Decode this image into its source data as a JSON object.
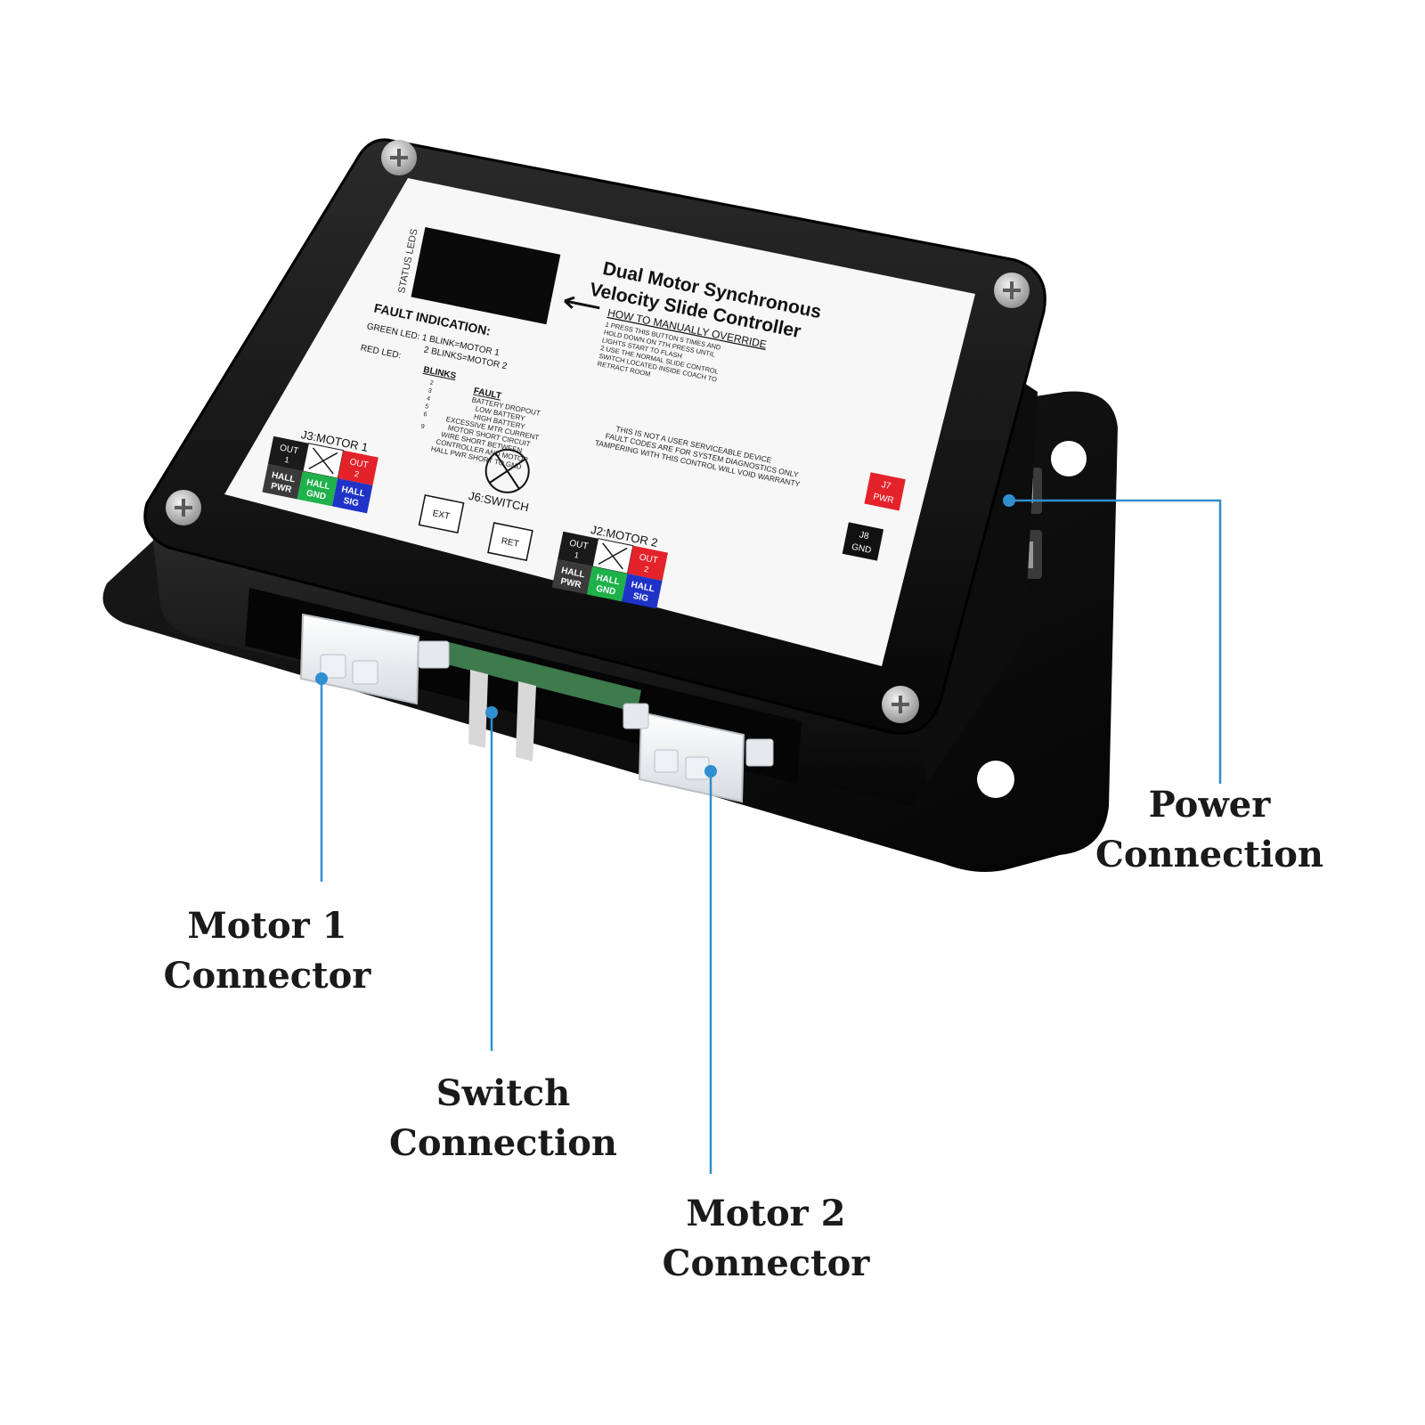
{
  "colors": {
    "leader_line": "#2f8fd0",
    "housing": "#121212",
    "label_red": "#e4222a",
    "label_green": "#1fb14a",
    "label_blue": "#1f33c8",
    "label_black": "#1a1a1a"
  },
  "label": {
    "title_line1": "Dual Motor Synchronous",
    "title_line2": "Velocity Slide Controller",
    "status_leds": "STATUS LEDS",
    "override_heading": "HOW TO MANUALLY OVERRIDE",
    "override_steps": [
      "1  PRESS THIS BUTTON 5 TIMES AND",
      "   HOLD DOWN ON 7TH PRESS UNTIL",
      "   LIGHTS START TO FLASH",
      "2  USE THE NORMAL SLIDE CONTROL",
      "   SWITCH LOCATED INSIDE COACH TO",
      "   RETRACT ROOM"
    ],
    "fault_heading": "FAULT INDICATION:",
    "green_led": "GREEN LED: 1 BLINK=MOTOR 1",
    "green_led2": "2 BLINKS=MOTOR 2",
    "red_led": "RED LED:",
    "blinks_heading": "BLINKS",
    "fault_col_heading": "FAULT",
    "blink_numbers": [
      "2",
      "3",
      "4",
      "5",
      "6",
      "9"
    ],
    "faults": [
      "BATTERY DROPOUT",
      "LOW BATTERY",
      "HIGH BATTERY",
      "EXCESSIVE MTR CURRENT",
      "MOTOR SHORT CIRCUIT",
      "WIRE SHORT BETWEEN",
      "CONTROLLER AND MOTOR",
      "HALL PWR SHORT TO GND"
    ],
    "warning": [
      "THIS IS NOT A USER SERVICEABLE DEVICE",
      "FAULT CODES ARE FOR SYSTEM DIAGNOSTICS ONLY",
      "TAMPERING WITH THIS CONTROL WILL VOID WARRANTY"
    ],
    "j7": [
      "J7",
      "PWR"
    ],
    "j8": [
      "J8",
      "GND"
    ],
    "j3_title": "J3:MOTOR 1",
    "j2_title": "J2:MOTOR 2",
    "j6_title": "J6:SWITCH",
    "ext": "EXT",
    "ret": "RET",
    "pin_out1": [
      "OUT",
      "1"
    ],
    "pin_out2": [
      "OUT",
      "2"
    ],
    "pin_hall_pwr": [
      "HALL",
      "PWR"
    ],
    "pin_hall_gnd": [
      "HALL",
      "GND"
    ],
    "pin_hall_sig": [
      "HALL",
      "SIG"
    ]
  },
  "callouts": {
    "power": [
      "Power",
      "Connection"
    ],
    "motor1": [
      "Motor 1",
      "Connector"
    ],
    "switch": [
      "Switch",
      "Connection"
    ],
    "motor2": [
      "Motor 2",
      "Connector"
    ]
  }
}
